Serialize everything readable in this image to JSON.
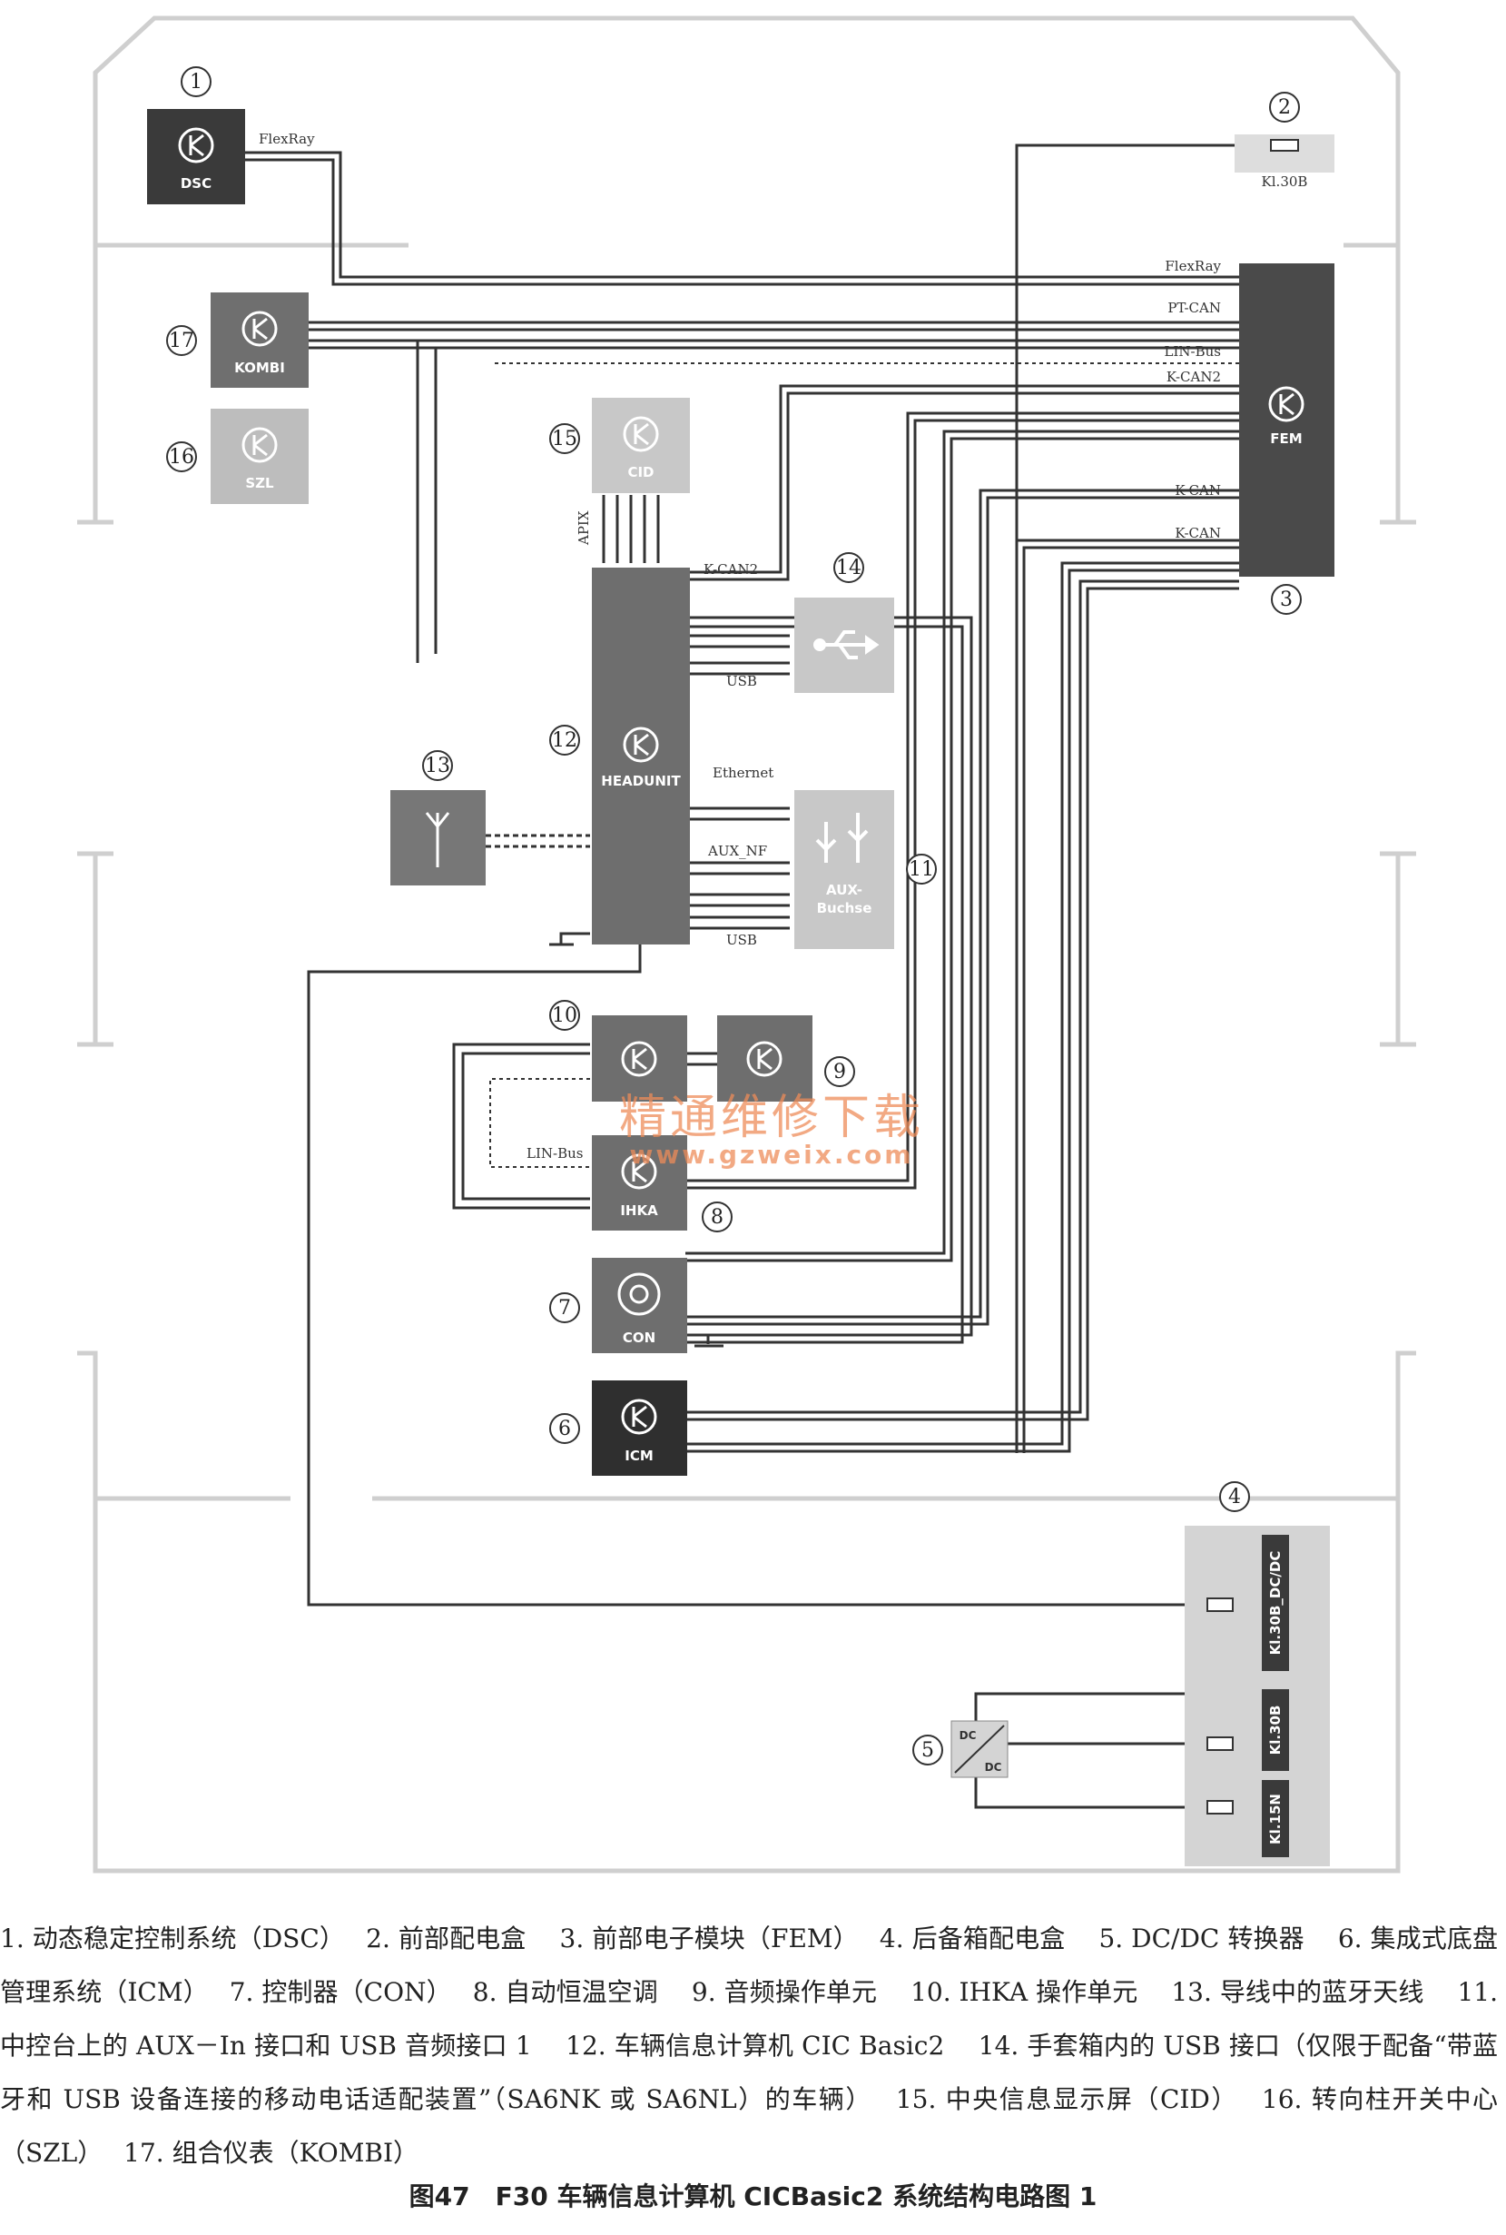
{
  "colors": {
    "module_dark": "#3a3a3a",
    "module_mid": "#7a7a7a",
    "module_light": "#c8c8c8",
    "wire": "#333333",
    "watermark": "#ee8c5a"
  },
  "modules": {
    "dsc": {
      "num": "1",
      "name": "DSC"
    },
    "front_fuse": {
      "num": "2",
      "name": "Kl.30B"
    },
    "fem": {
      "num": "3",
      "name": "FEM"
    },
    "rear_box": {
      "num": "4",
      "labels": [
        "Kl.30B_DC/DC",
        "Kl.30B",
        "Kl.15N"
      ]
    },
    "dcdc": {
      "num": "5",
      "top": "DC",
      "bottom": "DC"
    },
    "icm": {
      "num": "6",
      "name": "ICM"
    },
    "con": {
      "num": "7",
      "name": "CON"
    },
    "ihka": {
      "num": "8",
      "name": "IHKA"
    },
    "audio": {
      "num": "9"
    },
    "ihka_unit": {
      "num": "10"
    },
    "aux": {
      "num": "11",
      "name_line1": "AUX-",
      "name_line2": "Buchse"
    },
    "headunit": {
      "num": "12",
      "name": "HEADUNIT"
    },
    "antenna": {
      "num": "13"
    },
    "usb": {
      "num": "14"
    },
    "cid": {
      "num": "15",
      "name": "CID"
    },
    "szl": {
      "num": "16",
      "name": "SZL"
    },
    "kombi": {
      "num": "17",
      "name": "KOMBI"
    }
  },
  "bus_labels": {
    "flexray_dsc": "FlexRay",
    "flexray_fem": "FlexRay",
    "pt_can": "PT-CAN",
    "lin_bus_fem": "LIN-Bus",
    "k_can2_fem": "K-CAN2",
    "k_can_1": "K-CAN",
    "k_can_2": "K-CAN",
    "k_can2_hu": "K-CAN2",
    "apix": "APIX",
    "usb_top": "USB",
    "ethernet": "Ethernet",
    "aux_nf": "AUX_NF",
    "usb_bottom": "USB",
    "lin_bus_ihka": "LIN-Bus"
  },
  "watermark": {
    "line1": "精通维修下载",
    "line2": "www.gzweix.com"
  },
  "legend": [
    "1. 动态稳定控制系统（DSC）",
    "2. 前部配电盒",
    "3. 前部电子模块（FEM）",
    "4. 后备箱配电盒",
    "5. DC/DC 转换器",
    "6. 集成式底盘管理系统（ICM）",
    "7. 控制器（CON）",
    "8. 自动恒温空调",
    "9. 音频操作单元",
    "10. IHKA 操作单元",
    "13. 导线中的蓝牙天线",
    "11. 中控台上的 AUX－In 接口和 USB 音频接口 1",
    "12. 车辆信息计算机 CIC Basic2",
    "14. 手套箱内的 USB 接口（仅限于配备“带蓝牙和 USB 设备连接的移动电话适配装置”（SA6NK 或 SA6NL）的车辆）",
    "15. 中央信息显示屏（CID）",
    "16. 转向柱开关中心（SZL）",
    "17. 组合仪表（KOMBI）"
  ],
  "caption": "图47　F30 车辆信息计算机 CICBasic2 系统结构电路图 1"
}
